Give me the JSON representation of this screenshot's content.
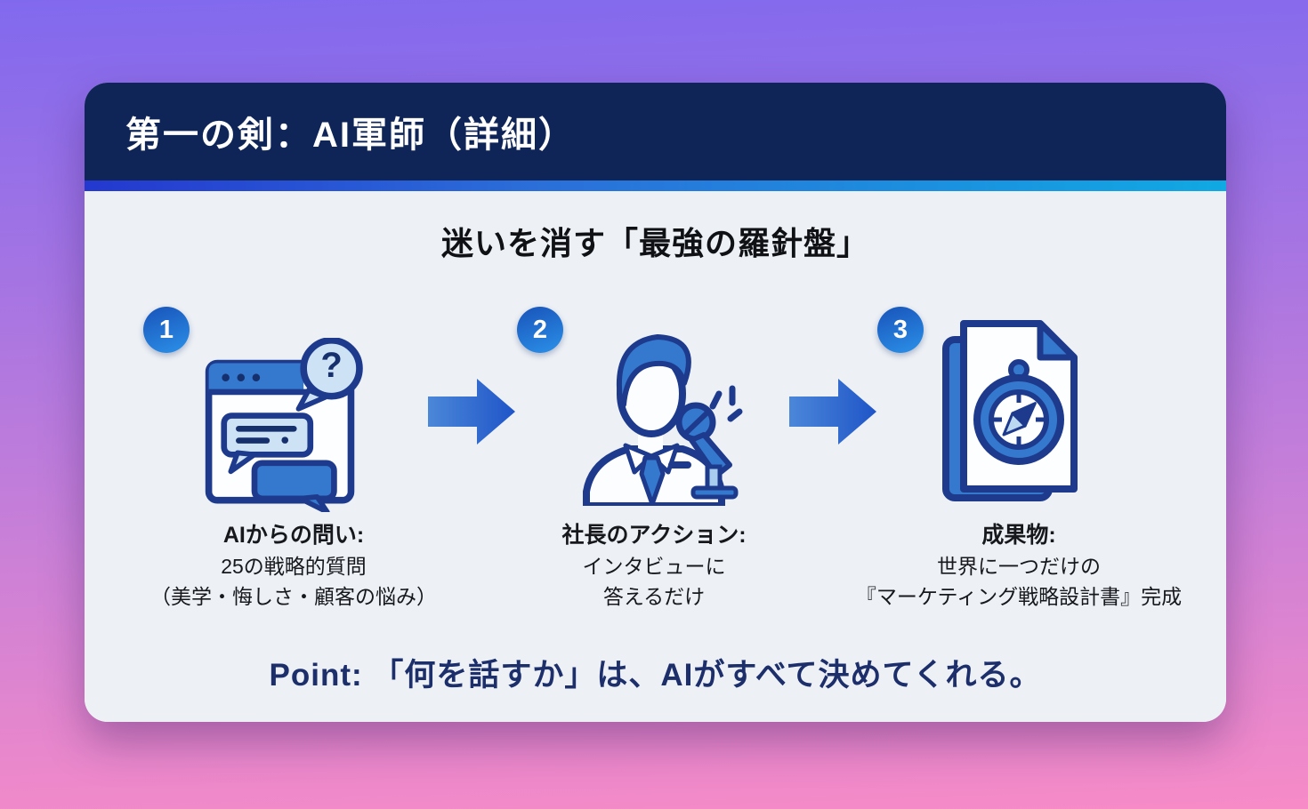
{
  "header": {
    "title": "第一の剣：AI軍師（詳細）"
  },
  "body": {
    "subtitle": "迷いを消す「最強の羅針盤」",
    "steps": [
      {
        "number": "1",
        "icon": "chat-question-icon",
        "heading": "AIからの問い:",
        "line1": "25の戦略的質問",
        "line2": "（美学・悔しさ・顧客の悩み）"
      },
      {
        "number": "2",
        "icon": "interview-microphone-icon",
        "heading": "社長のアクション:",
        "line1": "インタビューに",
        "line2": "答えるだけ"
      },
      {
        "number": "3",
        "icon": "document-compass-icon",
        "heading": "成果物:",
        "line1": "世界に一つだけの",
        "line2": "『マーケティング戦略設計書』完成"
      }
    ],
    "question_mark": "?",
    "point": "Point: 「何を話すか」は、AIがすべて決めてくれる。"
  },
  "colors": {
    "background_top": "#8169ee",
    "background_bottom": "#f78bc7",
    "header_bg": "#0f2557",
    "stripe_left": "#2438cf",
    "stripe_right": "#10a9e3",
    "card_bg": "#edf1f6",
    "icon_outline": "#1d3a8c",
    "icon_blue": "#3579cf",
    "icon_light_blue": "#cde3f5",
    "badge_blue": "#1b5cc0",
    "point_text": "#1d2f6b"
  }
}
